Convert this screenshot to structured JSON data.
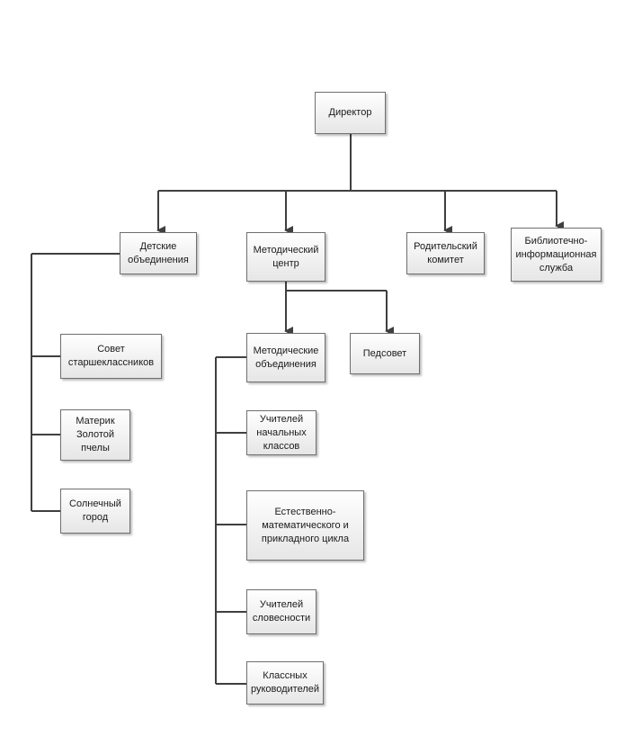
{
  "director": "Директор",
  "level1": {
    "children_unions": "Детские\nобъединения",
    "methodical_center": "Методический\nцентр",
    "parent_committee": "Родительский\nкомитет",
    "library_service": "Библиотечно-\nинформационная\nслужба"
  },
  "children_unions": {
    "council": "Совет\nстаршеклассников",
    "mainland": "Материк\nЗолотой\nпчелы",
    "sunny_city": "Солнечный\nгород"
  },
  "methodical_center": {
    "associations": "Методические\nобъединения",
    "pedsovet": "Педсовет"
  },
  "associations": {
    "primary": "Учителей\nначальных\nклассов",
    "science": "Естественно-\nматематического и\nприкладного цикла",
    "literature": "Учителей\nсловесности",
    "class_teachers": "Классных\nруководителей"
  },
  "colors": {
    "line": "#3f3f3f",
    "border": "#6f6f6f"
  }
}
